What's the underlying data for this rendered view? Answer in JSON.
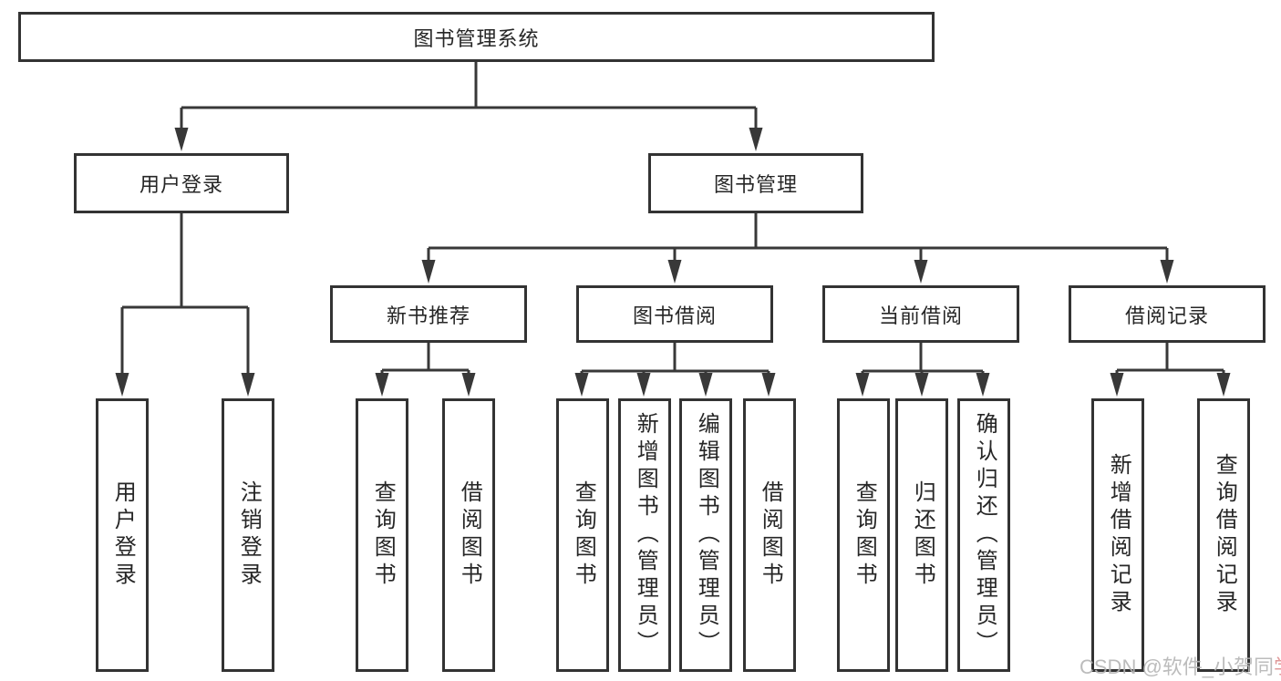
{
  "diagram": {
    "title_node": {
      "label": "图书管理系统"
    },
    "level2": [
      {
        "label": "用户登录"
      },
      {
        "label": "图书管理"
      }
    ],
    "level3": [
      {
        "label": "新书推荐"
      },
      {
        "label": "图书借阅"
      },
      {
        "label": "当前借阅"
      },
      {
        "label": "借阅记录"
      }
    ],
    "leaves": [
      {
        "label": "用户登录"
      },
      {
        "label": "注销登录"
      },
      {
        "label": "查询图书"
      },
      {
        "label": "借阅图书"
      },
      {
        "label": "查询图书"
      },
      {
        "label": "新增图书（管理员）"
      },
      {
        "label": "编辑图书（管理员）"
      },
      {
        "label": "借阅图书"
      },
      {
        "label": "查询图书"
      },
      {
        "label": "归还图书"
      },
      {
        "label": "确认归还（管理员）"
      },
      {
        "label": "新增借阅记录"
      },
      {
        "label": "查询借阅记录"
      }
    ]
  },
  "watermark": {
    "text_main": "CSDN @软件_小贺同",
    "text_accent": "学"
  },
  "colors": {
    "box_border": "#333333",
    "connector_line": "#383838",
    "box_fill": "#ffffff",
    "text": "#262626",
    "watermark_gray": "#b5b5b5",
    "watermark_accent": "#dd9090"
  }
}
